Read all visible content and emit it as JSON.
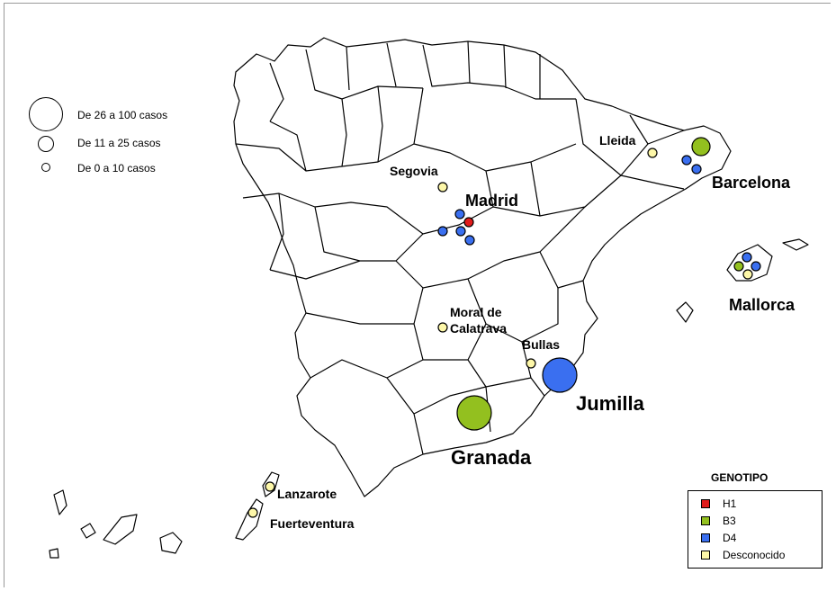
{
  "colors": {
    "H1": "#e11b1b",
    "B3": "#93c01f",
    "D4": "#3a6ff0",
    "Desconocido": "#fdf7a8",
    "border": "#000000"
  },
  "size_legend": {
    "large": "De 26 a 100 casos",
    "medium": "De 11 a 25 casos",
    "small": "De 0 a 10 casos"
  },
  "genotype_legend": {
    "title": "GENOTIPO",
    "items": [
      {
        "key": "H1",
        "label": "H1"
      },
      {
        "key": "B3",
        "label": "B3"
      },
      {
        "key": "D4",
        "label": "D4"
      },
      {
        "key": "Desconocido",
        "label": "Desconocido"
      }
    ]
  },
  "places": {
    "lleida": "Lleida",
    "barcelona": "Barcelona",
    "segovia": "Segovia",
    "madrid": "Madrid",
    "mallorca": "Mallorca",
    "moral_line1": "Moral de",
    "moral_line2": "Calatrava",
    "bullas": "Bullas",
    "jumilla": "Jumilla",
    "granada": "Granada",
    "lanzarote": "Lanzarote",
    "fuerteventura": "Fuerteventura"
  },
  "outbreaks": [
    {
      "place": "Lleida",
      "genotype": "Desconocido",
      "size": "small"
    },
    {
      "place": "Barcelona",
      "genotype": "B3",
      "size": "medium"
    },
    {
      "place": "Barcelona",
      "genotype": "D4",
      "size": "small"
    },
    {
      "place": "Barcelona",
      "genotype": "D4",
      "size": "small"
    },
    {
      "place": "Segovia",
      "genotype": "Desconocido",
      "size": "small"
    },
    {
      "place": "Madrid",
      "genotype": "D4",
      "size": "small"
    },
    {
      "place": "Madrid",
      "genotype": "H1",
      "size": "small"
    },
    {
      "place": "Madrid",
      "genotype": "D4",
      "size": "small"
    },
    {
      "place": "Madrid",
      "genotype": "D4",
      "size": "small"
    },
    {
      "place": "Madrid",
      "genotype": "D4",
      "size": "small"
    },
    {
      "place": "Mallorca",
      "genotype": "D4",
      "size": "small"
    },
    {
      "place": "Mallorca",
      "genotype": "B3",
      "size": "small"
    },
    {
      "place": "Mallorca",
      "genotype": "D4",
      "size": "small"
    },
    {
      "place": "Mallorca",
      "genotype": "Desconocido",
      "size": "small"
    },
    {
      "place": "Moral de Calatrava",
      "genotype": "Desconocido",
      "size": "small"
    },
    {
      "place": "Bullas",
      "genotype": "Desconocido",
      "size": "small"
    },
    {
      "place": "Jumilla",
      "genotype": "D4",
      "size": "large"
    },
    {
      "place": "Granada",
      "genotype": "B3",
      "size": "large"
    },
    {
      "place": "Lanzarote",
      "genotype": "Desconocido",
      "size": "small"
    },
    {
      "place": "Fuerteventura",
      "genotype": "Desconocido",
      "size": "small"
    }
  ]
}
